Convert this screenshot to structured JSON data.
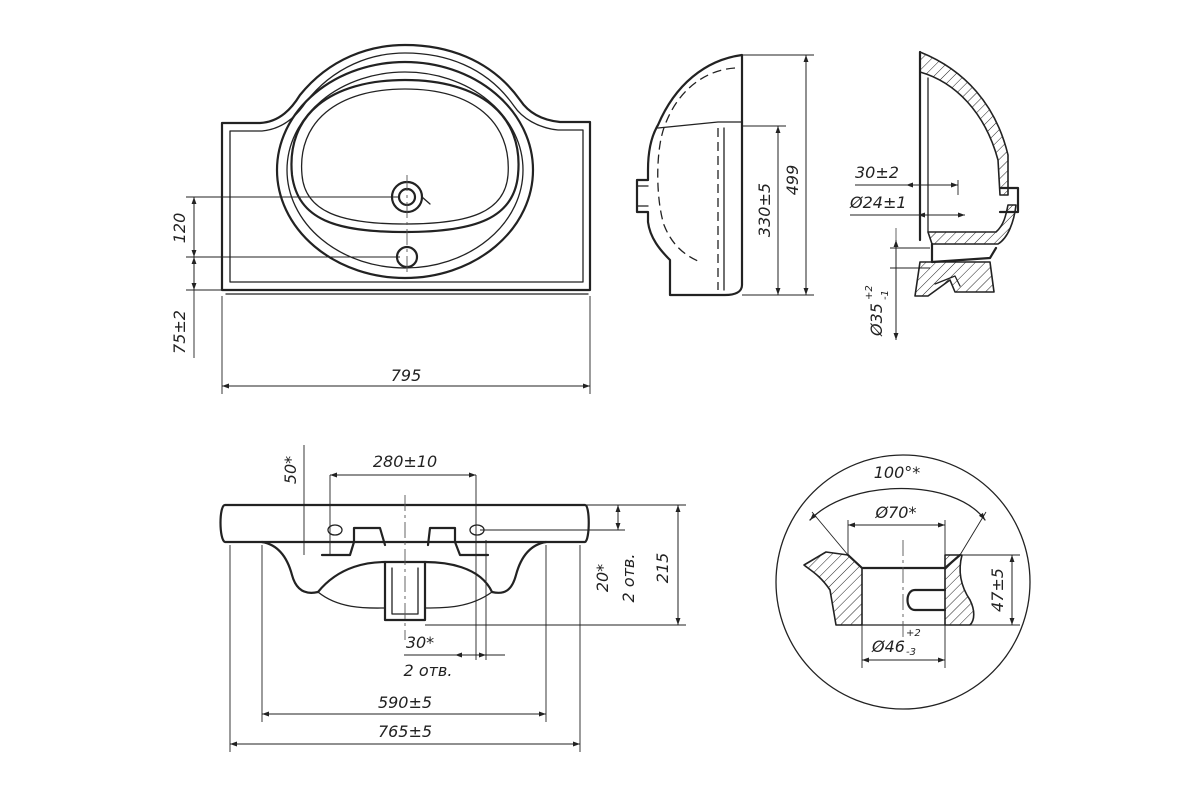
{
  "drawing": {
    "top_view": {
      "dim_width": "795",
      "dim_hole_spacing": "120",
      "dim_edge_offset": "75±2"
    },
    "side_view": {
      "dim_total_height": "499",
      "dim_pedestal_height": "330±5"
    },
    "section_view": {
      "dim_overflow": "30±2",
      "dim_overflow_diameter": "Ø24±1",
      "dim_drain_diameter": "Ø35",
      "dim_drain_tolerance_upper": "+2",
      "dim_drain_tolerance_lower": "-1"
    },
    "front_view": {
      "dim_tap_holes_spacing": "280±10",
      "dim_tap_offset": "50*",
      "dim_holes_depth": "20*",
      "note_two_holes_right": "2 отв.",
      "dim_total_depth": "215",
      "dim_hole_width": "30*",
      "note_two_holes_bottom": "2 отв.",
      "dim_mount_spacing": "590±5",
      "dim_base_width": "765±5"
    },
    "detail_view": {
      "dim_angle": "100°*",
      "dim_top_diameter": "Ø70*",
      "dim_height": "47±5",
      "dim_bottom_diameter": "Ø46",
      "dim_bottom_tolerance_upper": "+2",
      "dim_bottom_tolerance_lower": "-3"
    }
  }
}
